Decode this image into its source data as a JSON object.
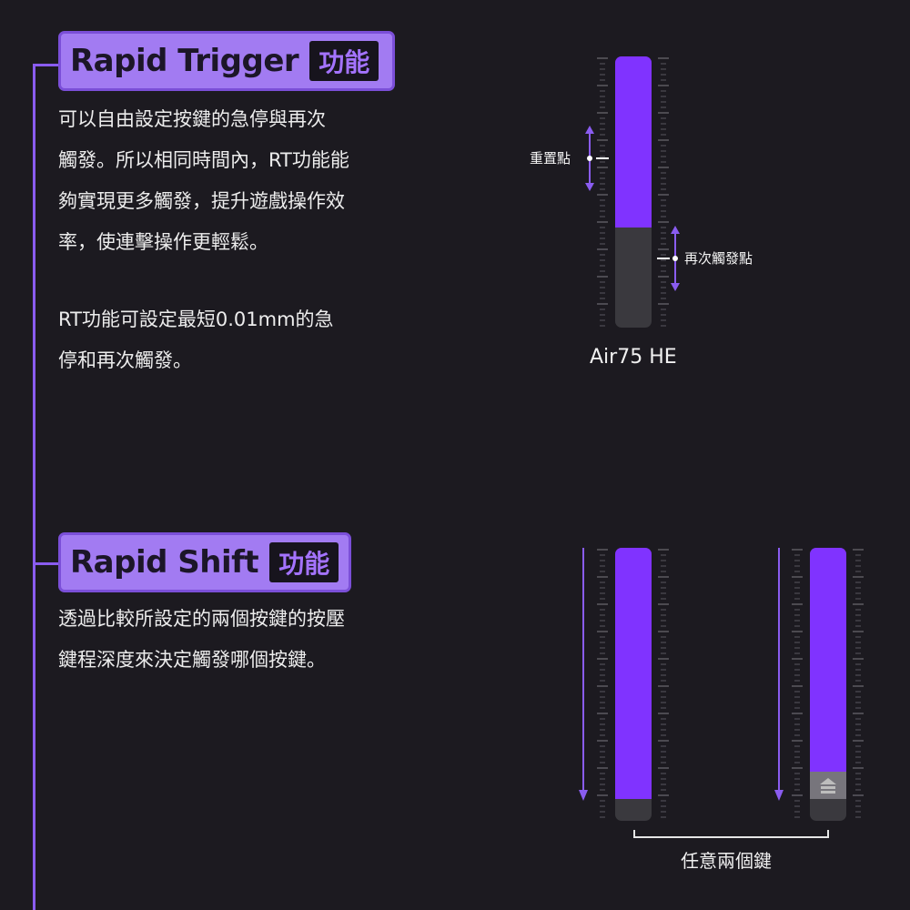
{
  "sections": [
    {
      "title": "Rapid Trigger",
      "tag": "功能",
      "lines": [
        "可以自由設定按鍵的急停與再次",
        "觸發。所以相同時間內，RT功能能",
        "夠實現更多觸發，提升遊戲操作效",
        "率，使連擊操作更輕鬆。",
        "",
        "RT功能可設定最短0.01mm的急",
        "停和再次觸發。"
      ]
    },
    {
      "title": "Rapid Shift",
      "tag": "功能",
      "lines": [
        "透過比較所設定的兩個按鍵的按壓",
        "鍵程深度來決定觸發哪個按鍵。"
      ]
    }
  ],
  "rt_diagram": {
    "reset_label": "重置點",
    "retrigger_label": "再次觸發點",
    "caption": "Air75 HE",
    "pressed_fraction": 0.63
  },
  "rs_diagram": {
    "caption": "任意兩個鍵",
    "key1_pressed_fraction": 0.92,
    "key2_pressed_fraction": 0.82
  },
  "colors": {
    "accent": "#8033ff",
    "badge": "#a27bf2",
    "line": "#8a5cf0",
    "background": "#1c1a20"
  }
}
